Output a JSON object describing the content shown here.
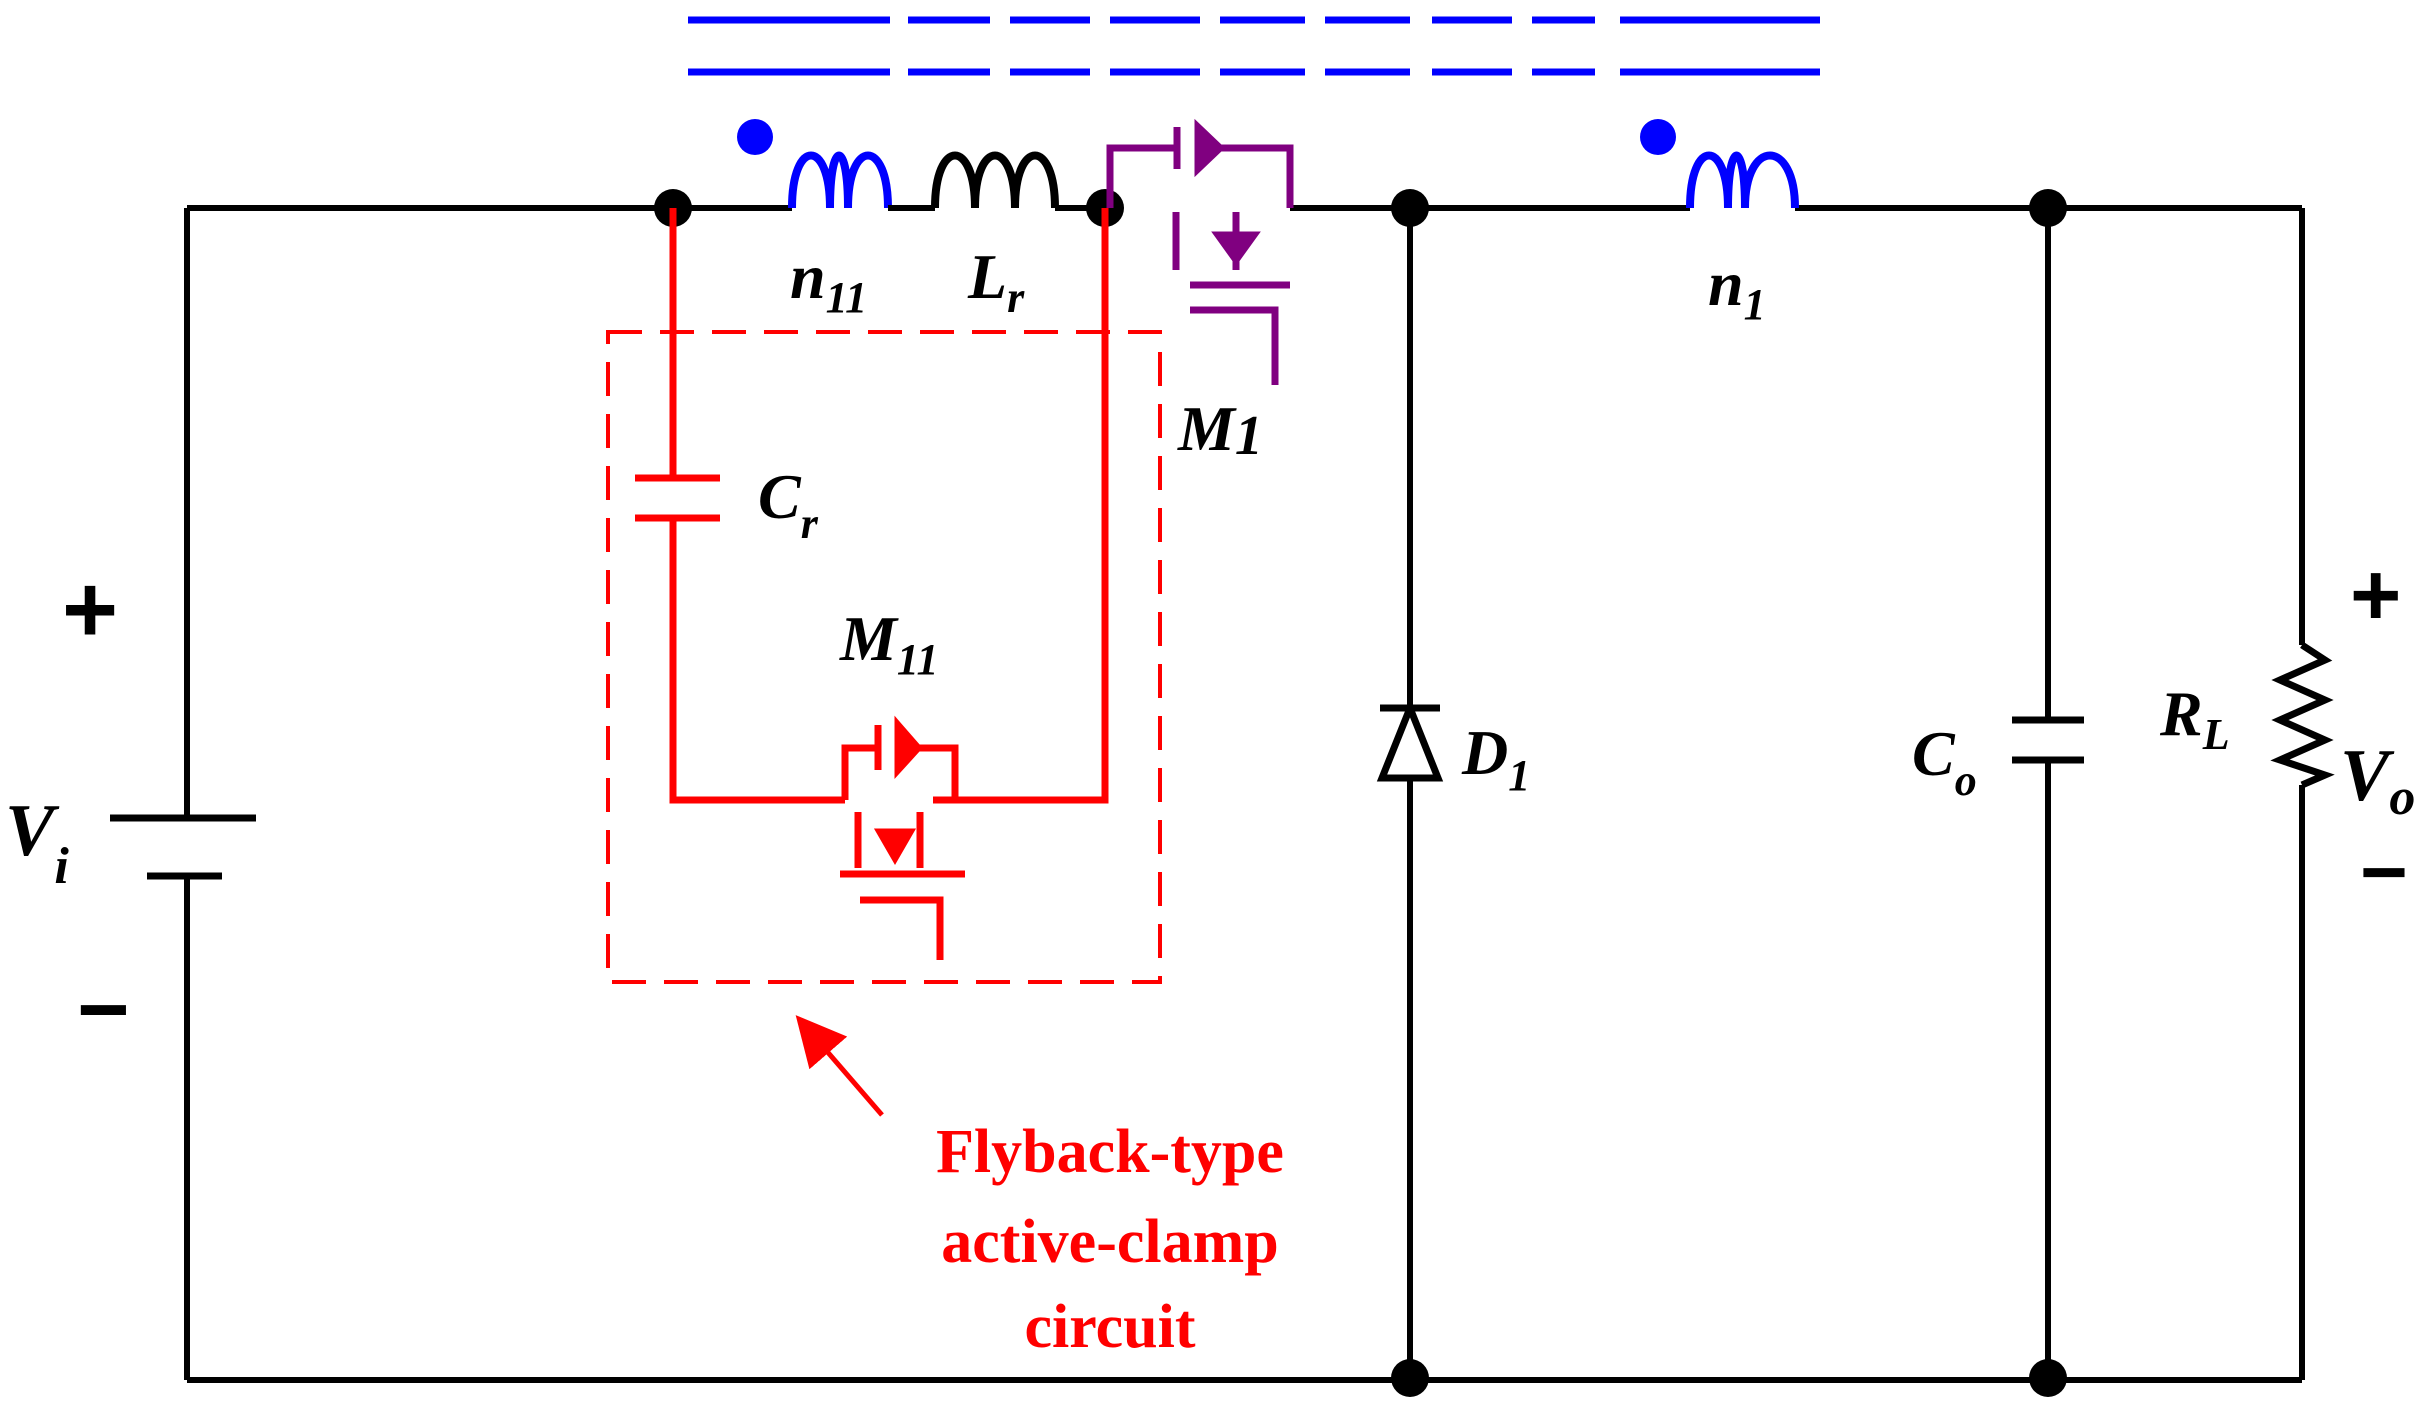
{
  "colors": {
    "main": "#000000",
    "coupled_inductor": "#0000ff",
    "clamp": "#ff0000",
    "switch_m1": "#800080"
  },
  "labels": {
    "n11": {
      "main": "n",
      "sub": "11"
    },
    "lr": {
      "main": "L",
      "sub": "r"
    },
    "m1": {
      "main": "M",
      "sub": "1"
    },
    "n1": {
      "main": "n",
      "sub": "1"
    },
    "cr": {
      "main": "C",
      "sub": "r"
    },
    "m11": {
      "main": "M",
      "sub": "11"
    },
    "d1": {
      "main": "D",
      "sub": "1"
    },
    "co": {
      "main": "C",
      "sub": "o"
    },
    "rl": {
      "main": "R",
      "sub": "L"
    },
    "vi": {
      "main": "V",
      "sub": "i"
    },
    "vo": {
      "main": "V",
      "sub": "o"
    }
  },
  "polarity": {
    "input_plus": "+",
    "input_minus": "−",
    "output_plus": "+",
    "output_minus": "−"
  },
  "annotation": {
    "line1": "Flyback-type",
    "line2": "active-clamp",
    "line3": "circuit"
  }
}
